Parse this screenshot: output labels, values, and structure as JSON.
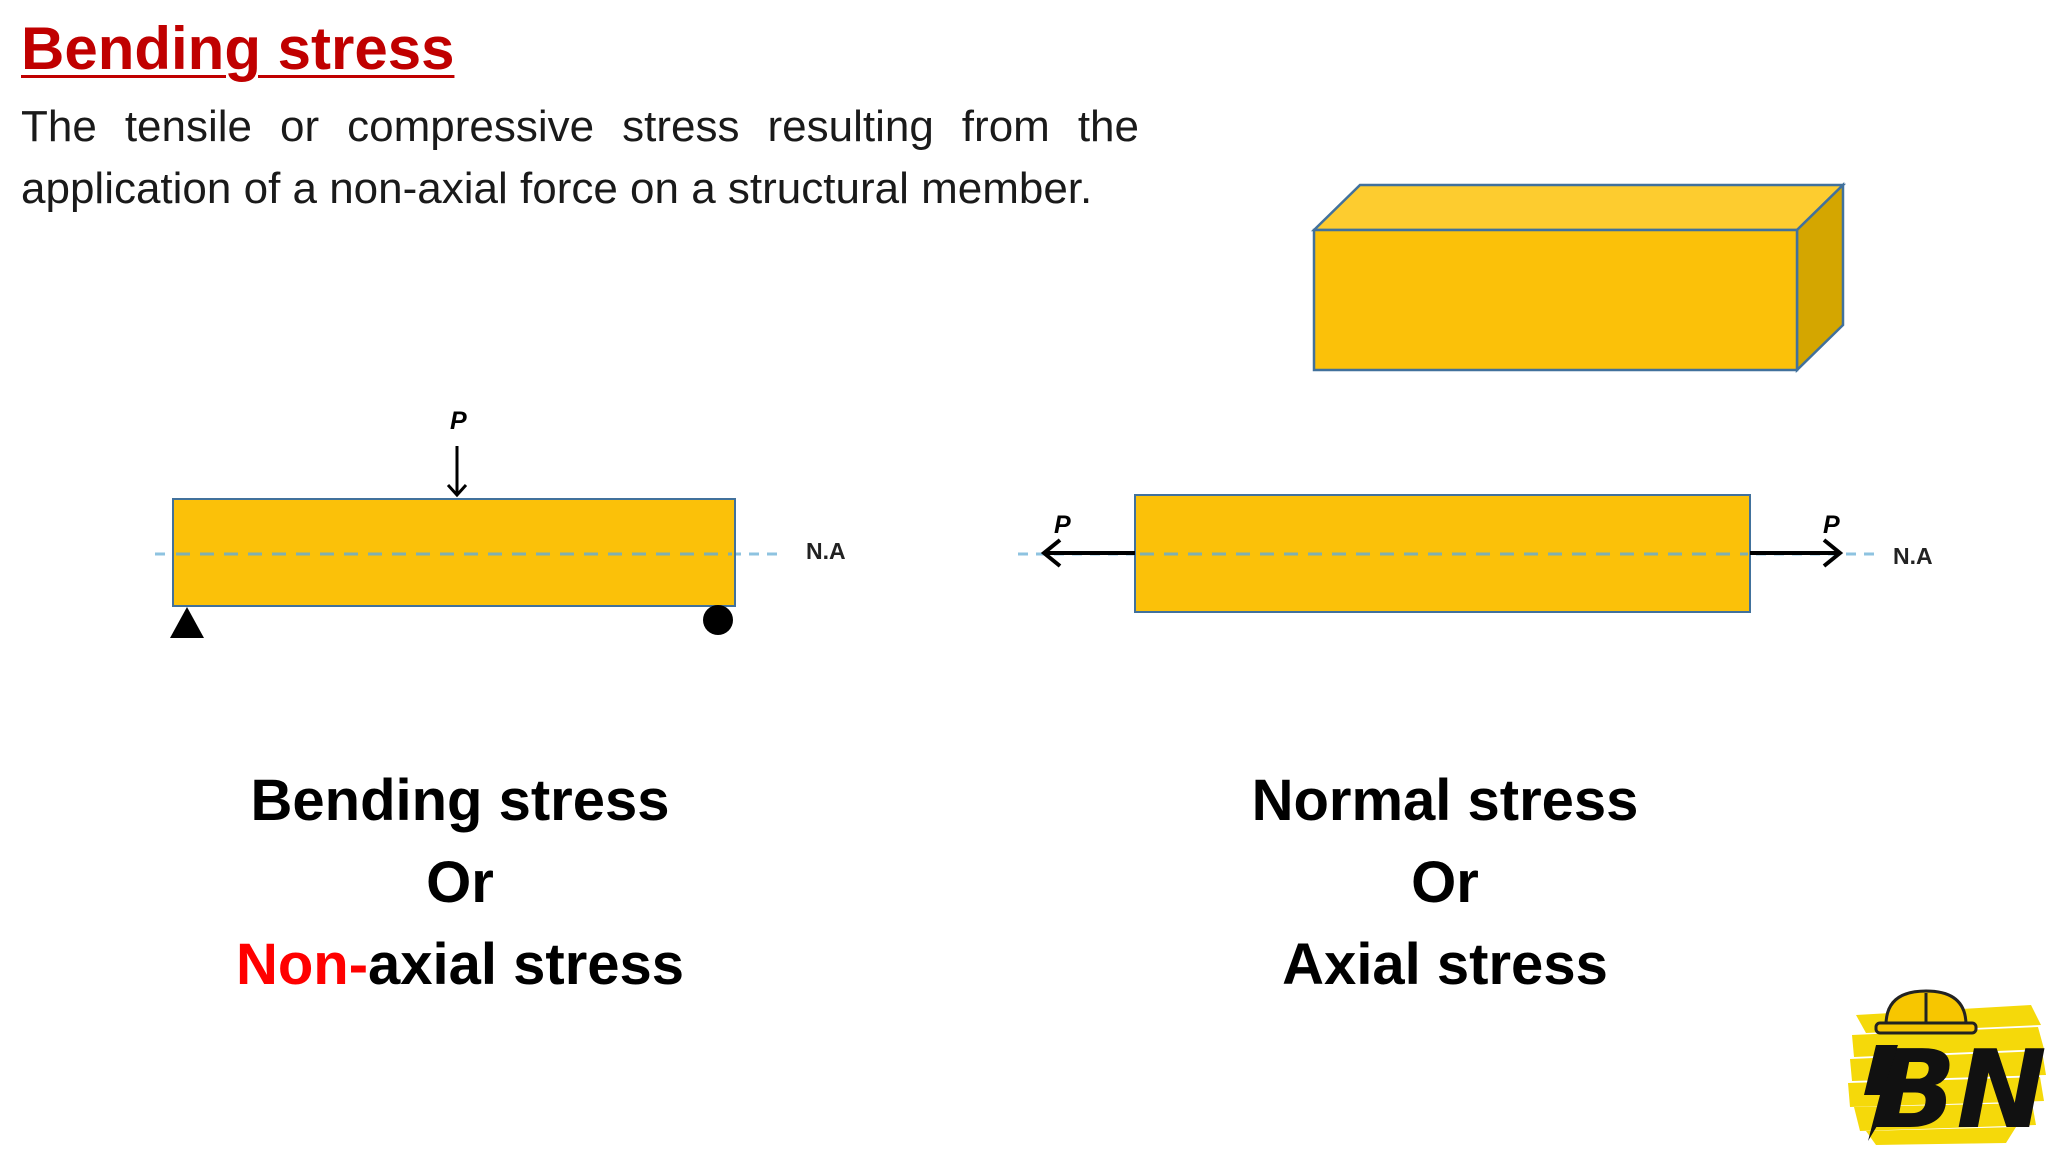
{
  "slide": {
    "title": "Bending stress",
    "definition": "The tensile or compressive stress resulting from the application of a non-axial force on a structural member."
  },
  "bending_diagram": {
    "load_label": "P",
    "axis_label": "N.A",
    "supports": [
      "pin-support-icon",
      "roller-support-icon"
    ]
  },
  "axial_diagram": {
    "left_load_label": "P",
    "right_load_label": "P",
    "axis_label": "N.A"
  },
  "captions": {
    "left": {
      "line1": "Bending stress",
      "line2": "Or",
      "line3_highlight": "Non-",
      "line3_rest": "axial stress"
    },
    "right": {
      "line1": "Normal stress",
      "line2": "Or",
      "line3": "Axial stress"
    }
  },
  "logo": {
    "text": "BN",
    "icon": "hard-hat-icon"
  },
  "colors": {
    "title": "#c00000",
    "beam_fill": "#fbc109",
    "beam_stroke": "#41719c",
    "neutral_axis": "#7fb8d8",
    "highlight": "#ff0000",
    "logo_yellow": "#f5d90a"
  }
}
